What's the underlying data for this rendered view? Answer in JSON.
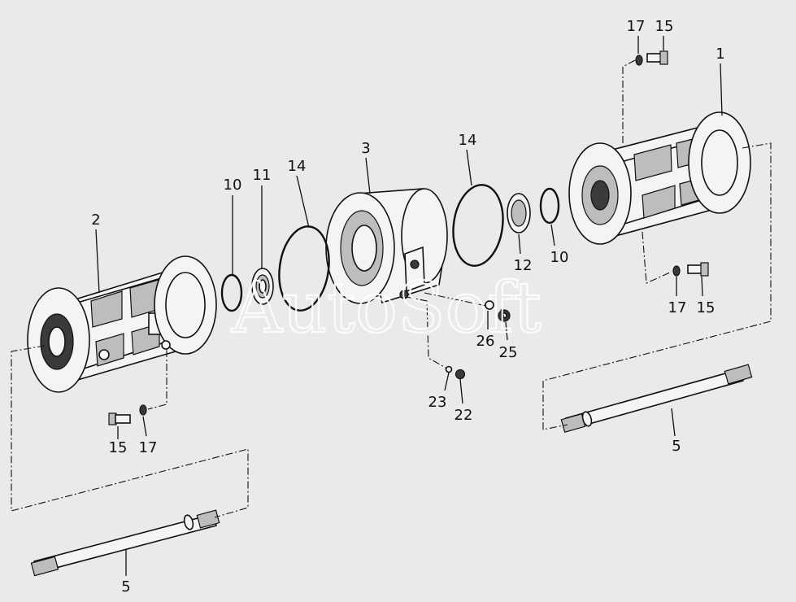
{
  "watermark": "AutoSoft",
  "callouts": [
    {
      "id": "c-17-top",
      "text": "17"
    },
    {
      "id": "c-15-top",
      "text": "15"
    },
    {
      "id": "c-1",
      "text": "1"
    },
    {
      "id": "c-2",
      "text": "2"
    },
    {
      "id": "c-3",
      "text": "3"
    },
    {
      "id": "c-10-left",
      "text": "10"
    },
    {
      "id": "c-11",
      "text": "11"
    },
    {
      "id": "c-14-left",
      "text": "14"
    },
    {
      "id": "c-14-right",
      "text": "14"
    },
    {
      "id": "c-12",
      "text": "12"
    },
    {
      "id": "c-10-right",
      "text": "10"
    },
    {
      "id": "c-17-right",
      "text": "17"
    },
    {
      "id": "c-15-right",
      "text": "15"
    },
    {
      "id": "c-26",
      "text": "26"
    },
    {
      "id": "c-25",
      "text": "25"
    },
    {
      "id": "c-23",
      "text": "23"
    },
    {
      "id": "c-22",
      "text": "22"
    },
    {
      "id": "c-15-left",
      "text": "15"
    },
    {
      "id": "c-17-left",
      "text": "17"
    },
    {
      "id": "c-5-right",
      "text": "5"
    },
    {
      "id": "c-5-left",
      "text": "5"
    }
  ]
}
